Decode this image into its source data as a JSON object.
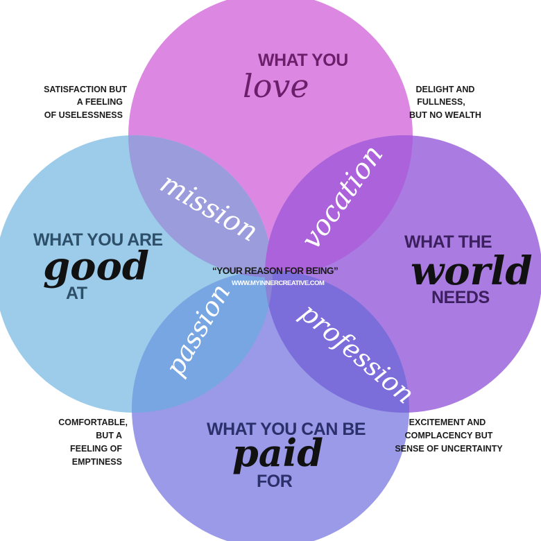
{
  "colors": {
    "love": "#dc88e2",
    "world": "#aa7be0",
    "good": "#9ccce9",
    "paid": "#9a9ae8",
    "mission": "#9a9cdc",
    "vocation": "#ab62da",
    "passion": "#78a6e2",
    "profession": "#7b6edb",
    "center": "#8a83d6",
    "love_text": "#6b1f6b",
    "world_text": "#3c1f5e",
    "good_text": "#2d4f6a",
    "paid_text": "#2b2f6a",
    "dark_script": "#111111",
    "white_script": "#ffffff"
  },
  "circles": {
    "love": {
      "line1": "WHAT YOU",
      "script": "love"
    },
    "world": {
      "line1": "WHAT THE",
      "script": "world",
      "line2": "NEEDS"
    },
    "good": {
      "line1": "WHAT YOU ARE",
      "script": "good",
      "line2": "AT"
    },
    "paid": {
      "line1": "WHAT YOU CAN BE",
      "script": "paid",
      "line2": "FOR"
    }
  },
  "overlaps": {
    "mission": "mission",
    "vocation": "vocation",
    "passion": "passion",
    "profession": "profession"
  },
  "center": {
    "title": "“YOUR REASON FOR BEING”",
    "website": "WWW.MYINNERCREATIVE.COM"
  },
  "corner_notes": {
    "top_left": [
      "SATISFACTION BUT",
      "A FEELING",
      "OF USELESSNESS"
    ],
    "top_right": [
      "DELIGHT AND",
      "FULLNESS,",
      "BUT NO WEALTH"
    ],
    "bottom_left": [
      "COMFORTABLE,",
      "BUT A",
      "FEELING OF",
      "EMPTINESS"
    ],
    "bottom_right": [
      "EXCITEMENT AND",
      "COMPLACENCY BUT",
      "SENSE OF UNCERTAINTY"
    ]
  }
}
